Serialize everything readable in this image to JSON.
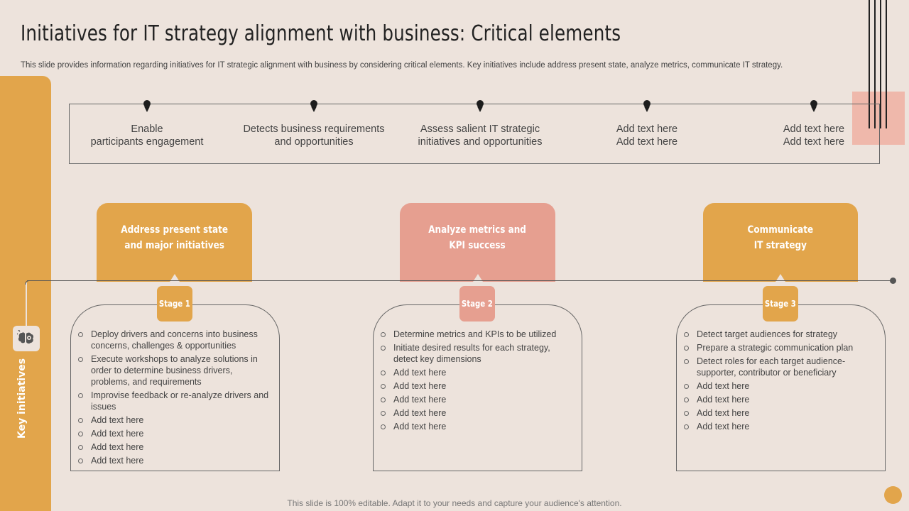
{
  "title": "Initiatives for IT strategy alignment with business: Critical elements",
  "subtitle": "This slide provides information regarding initiatives for IT strategic alignment with business by considering critical elements. Key initiatives include address present state, analyze metrics, communicate IT strategy.",
  "side_label": "Key initiatives",
  "top_items": [
    {
      "line1": "Enable",
      "line2": "participants engagement"
    },
    {
      "line1": "Detects business requirements",
      "line2": "and opportunities"
    },
    {
      "line1": "Assess salient IT strategic",
      "line2": "initiatives and opportunities"
    },
    {
      "line1": "Add text here",
      "line2": "Add text here"
    },
    {
      "line1": "Add text here",
      "line2": "Add text here"
    }
  ],
  "stages": [
    {
      "head_line1": "Address present state",
      "head_line2": "and major initiatives",
      "badge": "Stage 1",
      "color": "#e2a54b",
      "items": [
        "Deploy drivers  and concerns into business concerns, challenges & opportunities",
        "Execute workshops to analyze solutions in order to determine business drivers, problems, and requirements",
        "Improvise feedback or re-analyze drivers and issues",
        "Add text here",
        "Add text here",
        "Add text here",
        "Add text here"
      ]
    },
    {
      "head_line1": "Analyze metrics  and",
      "head_line2": "KPI success",
      "badge": "Stage 2",
      "color": "#e69f90",
      "items": [
        "Determine metrics and KPIs to be utilized",
        "Initiate desired results for each strategy, detect key dimensions",
        "Add text here",
        "Add text here",
        "Add text here",
        "Add text here",
        "Add text here"
      ]
    },
    {
      "head_line1": "Communicate",
      "head_line2": "IT strategy",
      "badge": "Stage 3",
      "color": "#e2a54b",
      "items": [
        "Detect target audiences for strategy",
        "Prepare a strategic communication plan",
        "Detect roles for each target audience- supporter, contributor or beneficiary",
        "Add text here",
        "Add text here",
        "Add text here",
        "Add text here"
      ]
    }
  ],
  "footer": "This slide is 100% editable. Adapt it to your needs and capture your audience's attention.",
  "icons": {
    "side": "brain-gear-icon"
  },
  "colors": {
    "background": "#ede3dc",
    "accent_orange": "#e2a54b",
    "accent_pink": "#e69f90",
    "deco_pink": "#efb8ab"
  }
}
